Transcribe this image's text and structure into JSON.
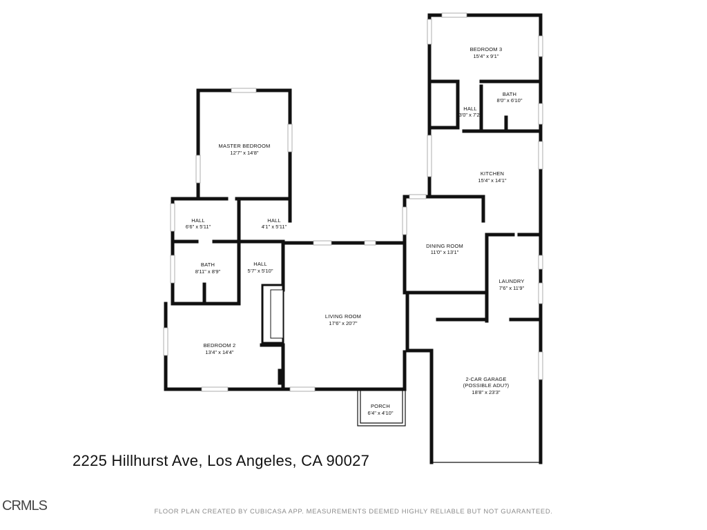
{
  "rooms": {
    "bedroom3": {
      "name": "BEDROOM 3",
      "dim": "15'4\" x 9'1\""
    },
    "bath_e": {
      "name": "BATH",
      "dim": "8'0\" x 6'10\""
    },
    "hall_e": {
      "name": "HALL",
      "dim": "3'0\" x 7'2\""
    },
    "kitchen": {
      "name": "KITCHEN",
      "dim": "15'4\" x 14'1\""
    },
    "master": {
      "name": "MASTER BEDROOM",
      "dim": "12'7\" x 14'8\""
    },
    "hall_w1": {
      "name": "HALL",
      "dim": "6'6\" x 5'11\""
    },
    "hall_w2": {
      "name": "HALL",
      "dim": "4'1\" x 5'11\""
    },
    "dining": {
      "name": "DINING ROOM",
      "dim": "11'0\" x 13'1\""
    },
    "bath_w": {
      "name": "BATH",
      "dim": "8'11\" x 8'9\""
    },
    "hall_w3": {
      "name": "HALL",
      "dim": "5'7\" x 5'10\""
    },
    "laundry": {
      "name": "LAUNDRY",
      "dim": "7'6\" x 11'9\""
    },
    "living": {
      "name": "LIVING ROOM",
      "dim": "17'6\" x 20'7\""
    },
    "bedroom2": {
      "name": "BEDROOM 2",
      "dim": "13'4\" x 14'4\""
    },
    "garage": {
      "name": "2-CAR GARAGE",
      "name2": "(POSSIBLE ADU?)",
      "dim": "18'8\" x 23'3\""
    },
    "porch": {
      "name": "PORCH",
      "dim": "6'4\" x 4'10\""
    }
  },
  "address": "2225 Hillhurst Ave, Los Angeles, CA 90027",
  "logo": "CRMLS",
  "disclaimer": "FLOOR PLAN CREATED BY CUBICASA APP. MEASUREMENTS DEEMED HIGHLY RELIABLE BUT NOT GUARANTEED."
}
